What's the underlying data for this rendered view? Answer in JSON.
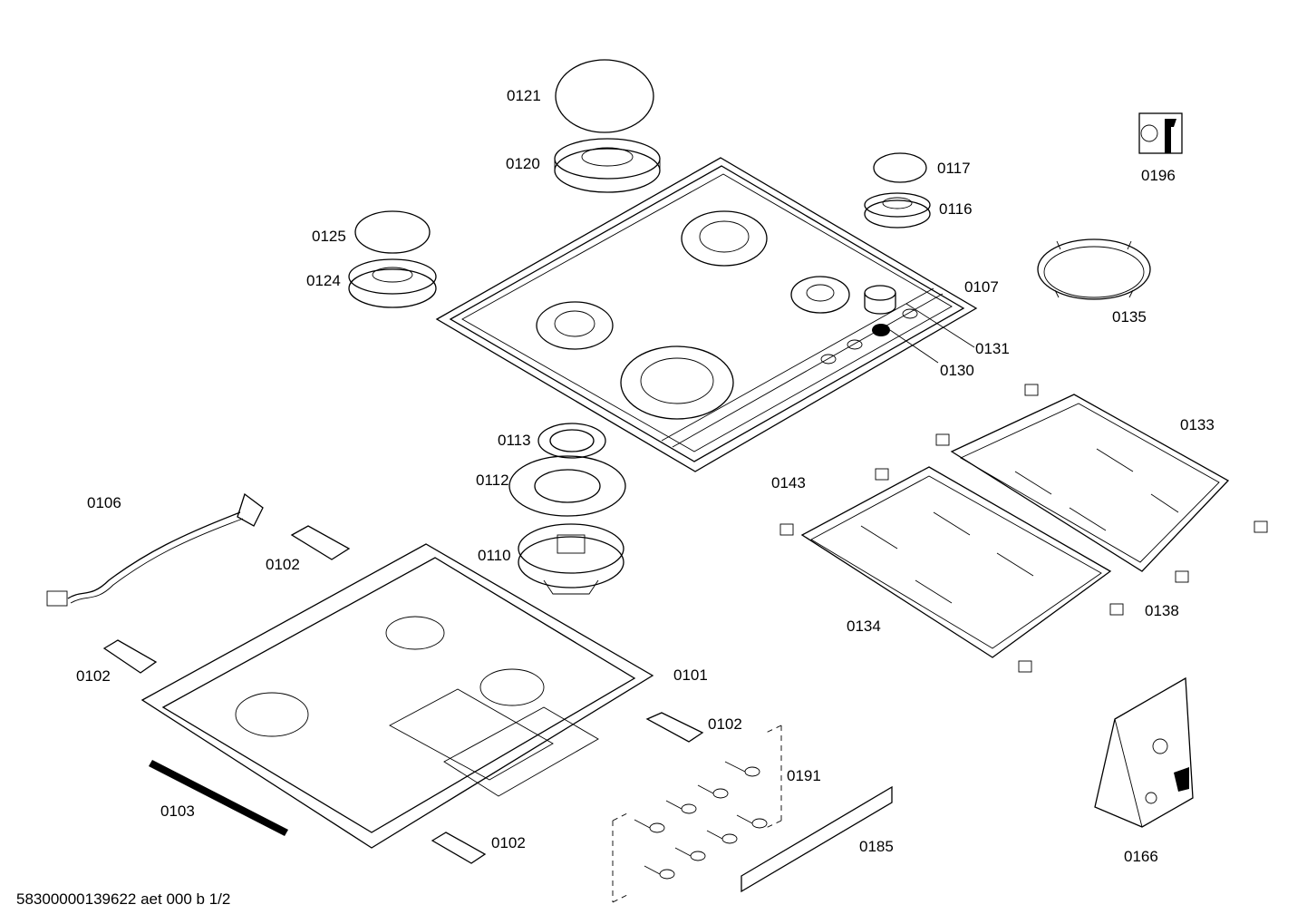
{
  "diagram": {
    "footer_text": "58300000139622 aet 000 b 1/2",
    "parts": {
      "p0121": "0121",
      "p0120": "0120",
      "p0125": "0125",
      "p0124": "0124",
      "p0117": "0117",
      "p0116": "0116",
      "p0196": "0196",
      "p0107": "0107",
      "p0135": "0135",
      "p0131": "0131",
      "p0130": "0130",
      "p0133": "0133",
      "p0113": "0113",
      "p0112": "0112",
      "p0143": "0143",
      "p0106": "0106",
      "p0102a": "0102",
      "p0110": "0110",
      "p0102b": "0102",
      "p0134": "0134",
      "p0138": "0138",
      "p0101": "0101",
      "p0102c": "0102",
      "p0191": "0191",
      "p0103": "0103",
      "p0102d": "0102",
      "p0185": "0185",
      "p0166": "0166"
    }
  }
}
